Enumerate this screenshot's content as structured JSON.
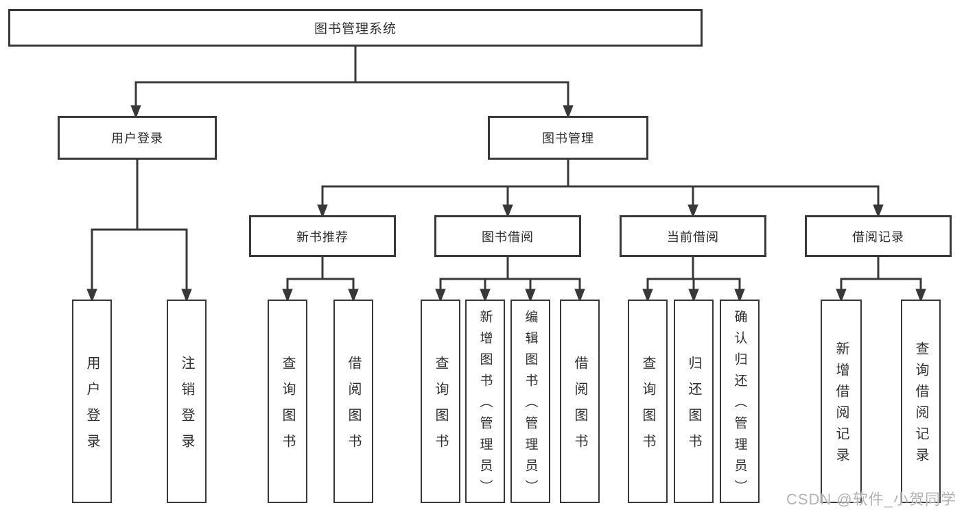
{
  "diagram": {
    "type": "hierarchy-tree",
    "tree": {
      "root": {
        "label": "图书管理系统",
        "children": [
          {
            "label": "用户登录",
            "children": [
              {
                "label": "用户登录"
              },
              {
                "label": "注销登录"
              }
            ]
          },
          {
            "label": "图书管理",
            "children": [
              {
                "label": "新书推荐",
                "children": [
                  {
                    "label": "查询图书"
                  },
                  {
                    "label": "借阅图书"
                  }
                ]
              },
              {
                "label": "图书借阅",
                "children": [
                  {
                    "label": "查询图书"
                  },
                  {
                    "label": "新增图书（管理员）"
                  },
                  {
                    "label": "编辑图书（管理员）"
                  },
                  {
                    "label": "借阅图书"
                  }
                ]
              },
              {
                "label": "当前借阅",
                "children": [
                  {
                    "label": "查询图书"
                  },
                  {
                    "label": "归还图书"
                  },
                  {
                    "label": "确认归还（管理员）"
                  }
                ]
              },
              {
                "label": "借阅记录",
                "children": [
                  {
                    "label": "新增借阅记录"
                  },
                  {
                    "label": "查询借阅记录"
                  }
                ]
              }
            ]
          }
        ]
      }
    },
    "colors": {
      "line": "#383838",
      "box_border": "#383838",
      "box_fill": "#ffffff",
      "text": "#2d2d2d",
      "watermark": "#b4b4b4",
      "background": "#ffffff"
    }
  },
  "watermark": {
    "text": "CSDN @软件_小贺同学"
  }
}
